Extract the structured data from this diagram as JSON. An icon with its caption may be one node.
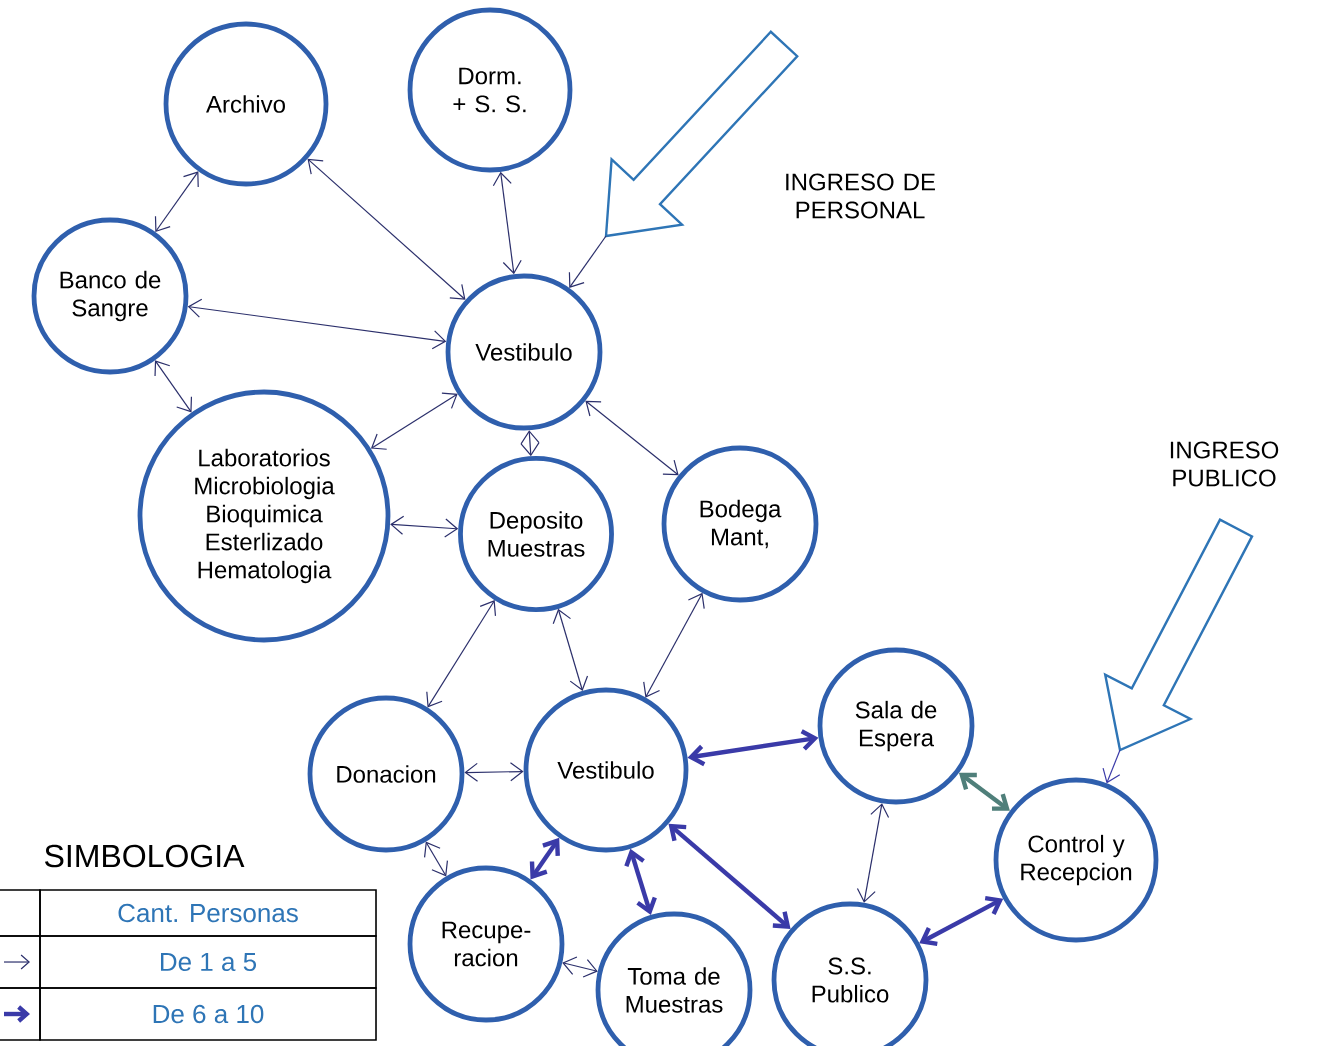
{
  "diagram": {
    "nodes": [
      {
        "text": [
          "Archivo"
        ]
      },
      {
        "text": [
          "Dorm. + S. S."
        ]
      },
      {
        "text": [
          "Banco de Sangre"
        ]
      },
      {
        "text": [
          "Vestibulo"
        ]
      },
      {
        "text": [
          "Laboratorios Microbiologia Bioquimica Esterlizado Hematologia"
        ]
      },
      {
        "text": [
          "Deposito Muestras"
        ]
      },
      {
        "text": [
          "Bodega Mant,"
        ]
      },
      {
        "text": [
          "Donacion"
        ]
      },
      {
        "text": [
          "Vestibulo"
        ]
      },
      {
        "text": [
          "Sala de Espera"
        ]
      },
      {
        "text": [
          "Recupe- racion"
        ]
      },
      {
        "text": [
          "Toma de Muestras"
        ]
      },
      {
        "text": [
          "S.S. Publico"
        ]
      },
      {
        "text": [
          "Control y Recepcion"
        ]
      }
    ],
    "edges": [
      {
        "from": 0,
        "to": 2,
        "arrow": "both"
      },
      {
        "from": 0,
        "to": 3,
        "arrow": "both"
      },
      {
        "from": 1,
        "to": 3,
        "arrow": "both"
      },
      {
        "from": 2,
        "to": 3,
        "arrow": "both"
      },
      {
        "from": 2,
        "to": 4,
        "arrow": "both"
      },
      {
        "from": 4,
        "to": 3,
        "arrow": "both"
      },
      {
        "from": 3,
        "to": 5,
        "arrow": "both"
      },
      {
        "from": 3,
        "to": 6,
        "arrow": "both"
      },
      {
        "from": 4,
        "to": 5,
        "arrow": "both"
      },
      {
        "from": 5,
        "to": 7,
        "arrow": "both"
      },
      {
        "from": 5,
        "to": 8,
        "arrow": "both"
      },
      {
        "from": 8,
        "to": 6,
        "arrow": "both"
      },
      {
        "from": 7,
        "to": 8,
        "arrow": "both"
      },
      {
        "from": 7,
        "to": 10,
        "arrow": "both"
      },
      {
        "from": 8,
        "to": 10,
        "arrow": "both",
        "style": "thick",
        "color": "#3a3aa8"
      },
      {
        "from": 8,
        "to": 11,
        "arrow": "both",
        "style": "thick",
        "color": "#3a3aa8"
      },
      {
        "from": 10,
        "to": 11,
        "arrow": "both"
      },
      {
        "from": 8,
        "to": 9,
        "arrow": "both",
        "style": "thick",
        "color": "#3a3aa8"
      },
      {
        "from": 8,
        "to": 12,
        "arrow": "both",
        "style": "thick",
        "color": "#3a3aa8"
      },
      {
        "from": 9,
        "to": 12,
        "arrow": "both"
      },
      {
        "from": 13,
        "to": 9,
        "arrow": "both",
        "style": "thick",
        "color": "#4f7f7a"
      },
      {
        "from": 12,
        "to": 13,
        "arrow": "both",
        "style": "thick",
        "color": "#3a3aa8"
      },
      {
        "from": null,
        "to": 3,
        "arrow": "to"
      },
      {
        "from": null,
        "to": 13,
        "arrow": "to",
        "color": "#3a3aa8"
      }
    ],
    "labels": [
      "INGRESO DE PERSONAL",
      "INGRESO PUBLICO",
      "SIMBOLOGIA",
      "Cant. Personas"
    ],
    "legend": [
      {
        "text": "De 1 a 5"
      },
      {
        "text": "De 6 a 10"
      }
    ]
  }
}
